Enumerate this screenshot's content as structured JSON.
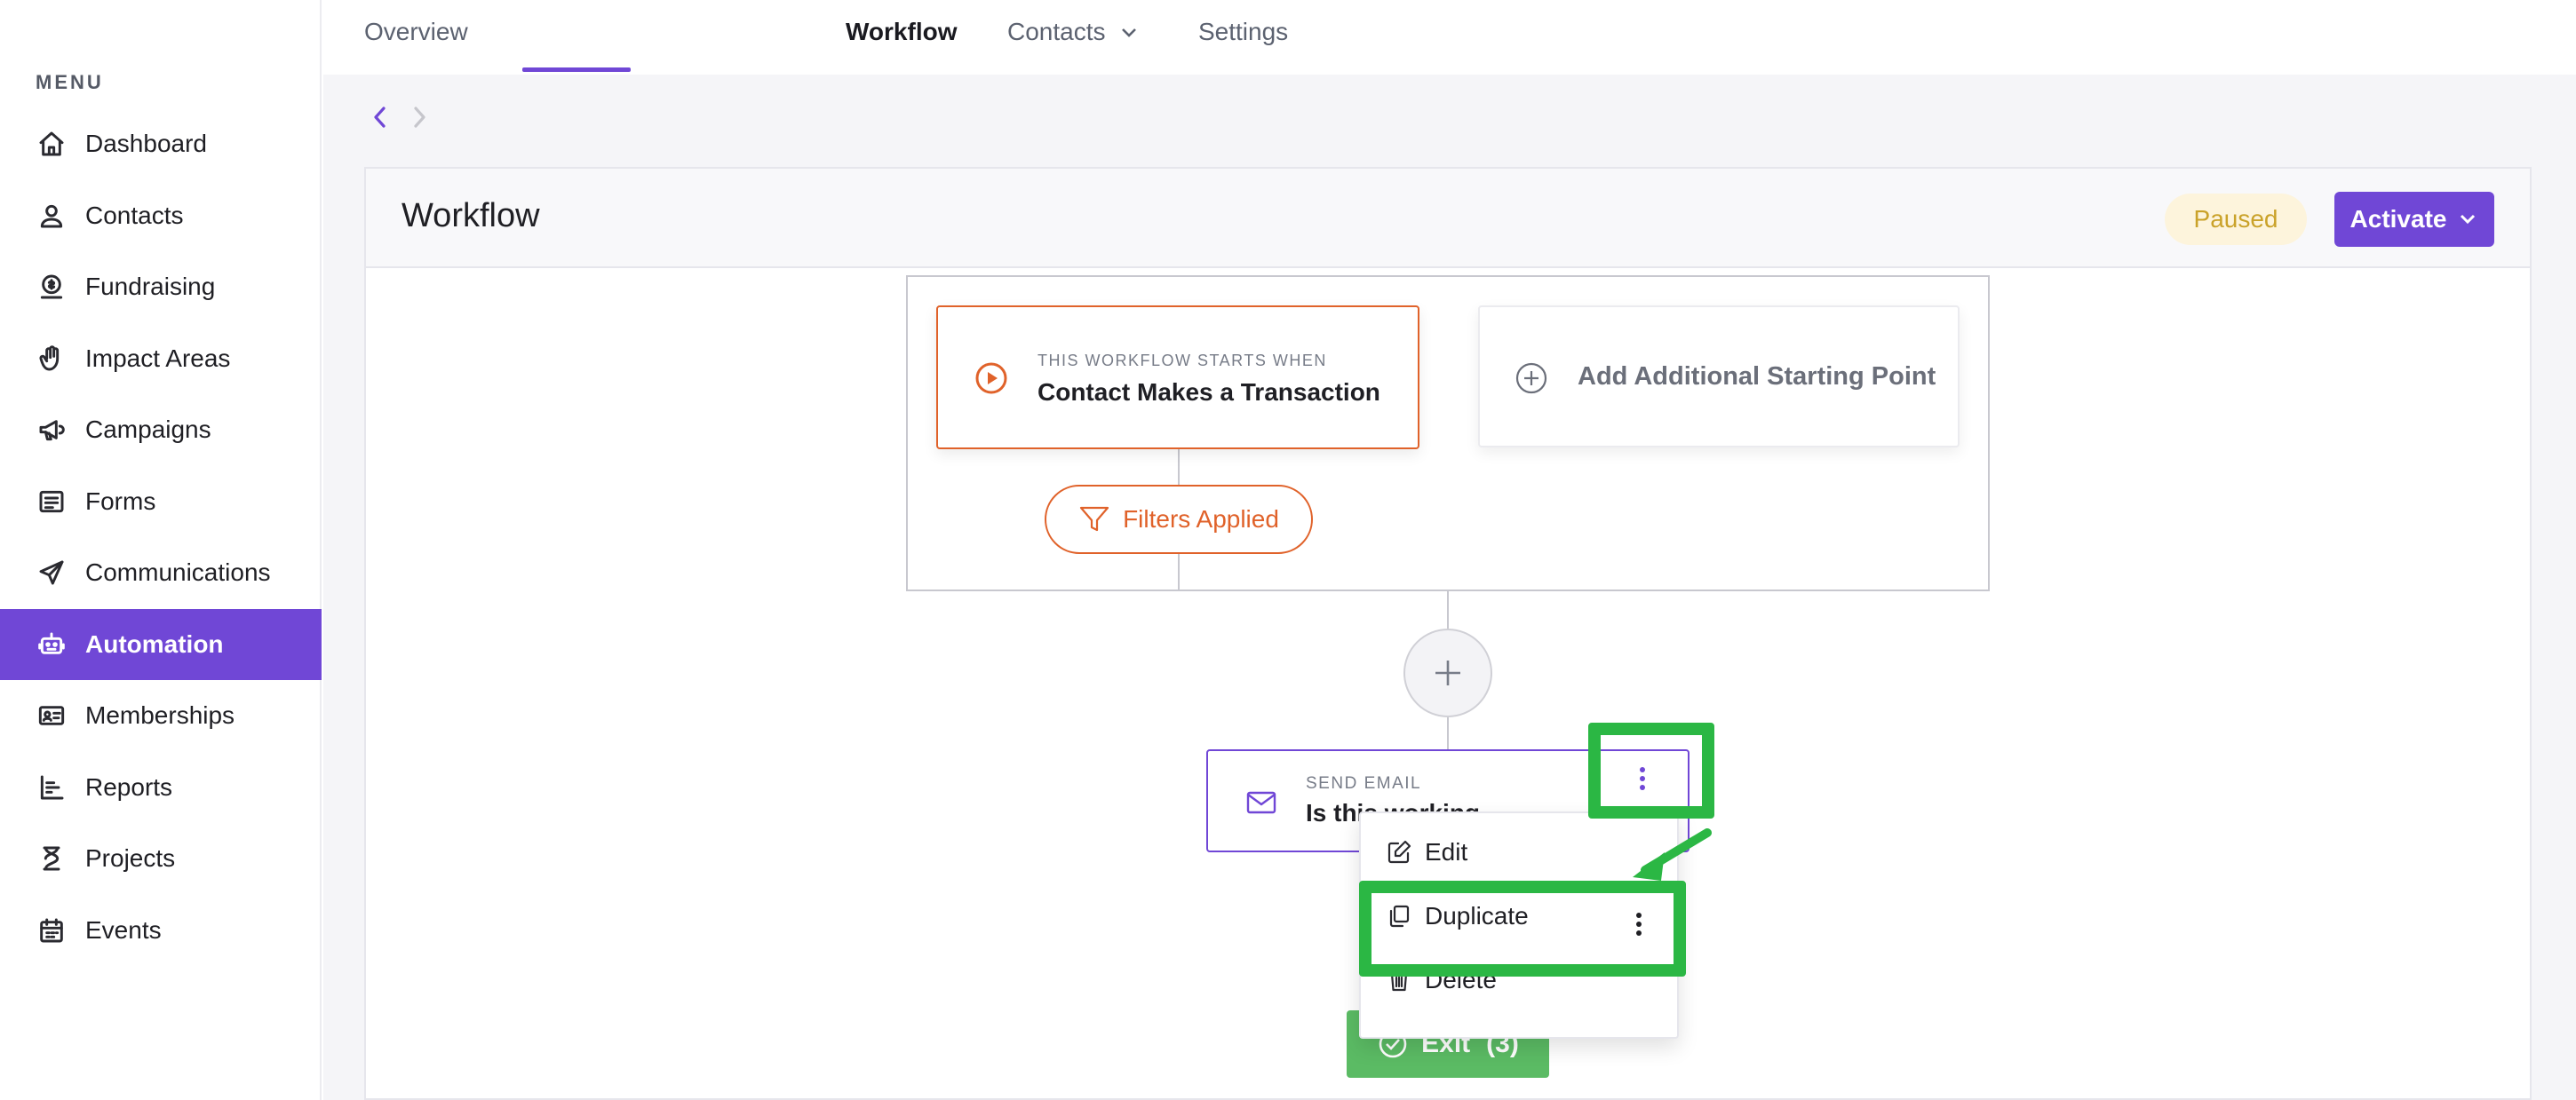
{
  "sidebar": {
    "menu_heading": "MENU",
    "items": [
      {
        "label": "Dashboard",
        "icon": "home-icon"
      },
      {
        "label": "Contacts",
        "icon": "user-icon"
      },
      {
        "label": "Fundraising",
        "icon": "fundraising-icon"
      },
      {
        "label": "Impact Areas",
        "icon": "hand-icon"
      },
      {
        "label": "Campaigns",
        "icon": "megaphone-icon"
      },
      {
        "label": "Forms",
        "icon": "form-icon"
      },
      {
        "label": "Communications",
        "icon": "paper-plane-icon"
      },
      {
        "label": "Automation",
        "icon": "robot-icon",
        "active": true
      },
      {
        "label": "Memberships",
        "icon": "id-card-icon"
      },
      {
        "label": "Reports",
        "icon": "chart-icon"
      },
      {
        "label": "Projects",
        "icon": "hourglass-icon"
      },
      {
        "label": "Events",
        "icon": "calendar-icon"
      }
    ]
  },
  "tabs": [
    {
      "label": "Overview"
    },
    {
      "label": "Workflow",
      "active": true
    },
    {
      "label": "Contacts",
      "has_dropdown": true
    },
    {
      "label": "Settings"
    }
  ],
  "header": {
    "title": "Workflow",
    "status": "Paused",
    "activate_label": "Activate"
  },
  "trigger": {
    "kicker": "THIS WORKFLOW STARTS WHEN",
    "title": "Contact Makes a Transaction"
  },
  "add_start": {
    "label": "Add Additional Starting Point"
  },
  "filters": {
    "label": "Filters Applied"
  },
  "email_step": {
    "kicker": "SEND EMAIL",
    "title": "Is this working"
  },
  "menu": {
    "edit": "Edit",
    "duplicate": "Duplicate",
    "delete": "Delete"
  },
  "exit": {
    "label": "Exit",
    "count": "(3)"
  },
  "colors": {
    "accent": "#7047d6",
    "trigger": "#e0622a",
    "highlight": "#2bb744",
    "exit": "#5bbb64",
    "paused_text": "#caa22a",
    "paused_bg": "#fdf4dc"
  }
}
